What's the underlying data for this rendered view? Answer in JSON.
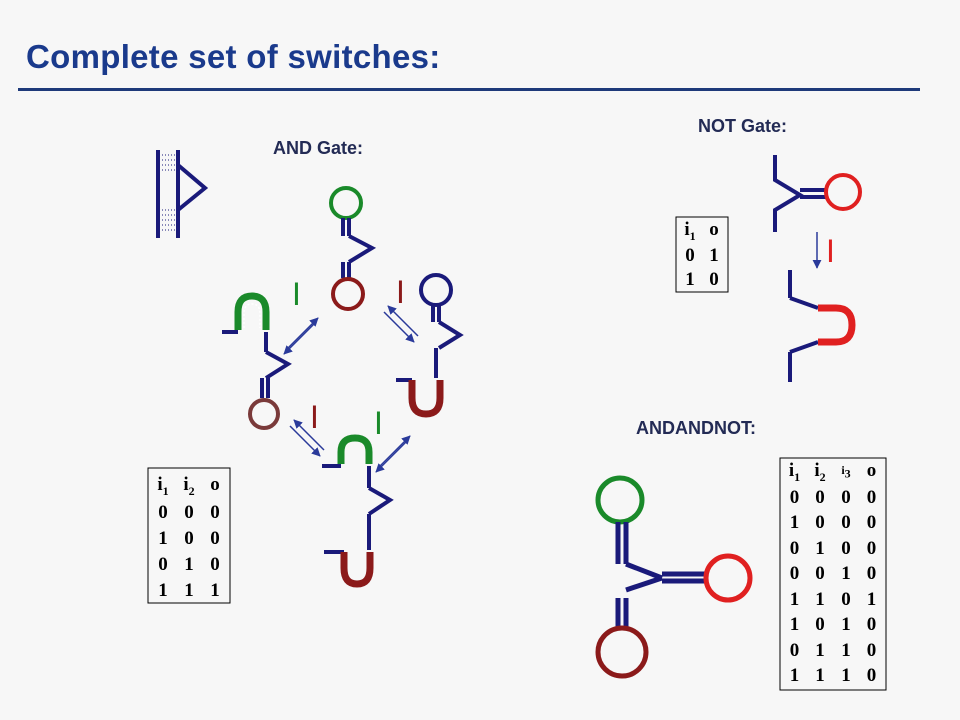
{
  "title": "Complete set of switches:",
  "and_gate": {
    "label": "AND Gate:",
    "table": {
      "headers": [
        {
          "var": "i",
          "sub": "1"
        },
        {
          "var": "i",
          "sub": "2"
        },
        {
          "var": "o",
          "sub": ""
        }
      ],
      "rows": [
        [
          "0",
          "0",
          "0"
        ],
        [
          "1",
          "0",
          "0"
        ],
        [
          "0",
          "1",
          "0"
        ],
        [
          "1",
          "1",
          "1"
        ]
      ]
    }
  },
  "not_gate": {
    "label": "NOT Gate:",
    "table": {
      "headers": [
        {
          "var": "i",
          "sub": "1"
        },
        {
          "var": "o",
          "sub": ""
        }
      ],
      "rows": [
        [
          "0",
          "1"
        ],
        [
          "1",
          "0"
        ]
      ]
    }
  },
  "andandnot": {
    "label": "ANDANDNOT:",
    "table": {
      "headers": [
        {
          "var": "i",
          "sub": "1"
        },
        {
          "var": "i",
          "sub": "2"
        },
        {
          "var": "i",
          "sub": "3"
        },
        {
          "var": "o",
          "sub": ""
        }
      ],
      "rows": [
        [
          "0",
          "0",
          "0",
          "0"
        ],
        [
          "1",
          "0",
          "0",
          "0"
        ],
        [
          "0",
          "1",
          "0",
          "0"
        ],
        [
          "0",
          "0",
          "1",
          "0"
        ],
        [
          "1",
          "1",
          "0",
          "1"
        ],
        [
          "1",
          "0",
          "1",
          "0"
        ],
        [
          "0",
          "1",
          "1",
          "0"
        ],
        [
          "1",
          "1",
          "1",
          "0"
        ]
      ]
    }
  },
  "colors": {
    "title": "#1a3a8c",
    "strand_blue": "#1a1a7a",
    "green": "#1a8a2a",
    "dark_red": "#8b1a1a",
    "red": "#e02020",
    "arrow": "#2a3a9a"
  }
}
